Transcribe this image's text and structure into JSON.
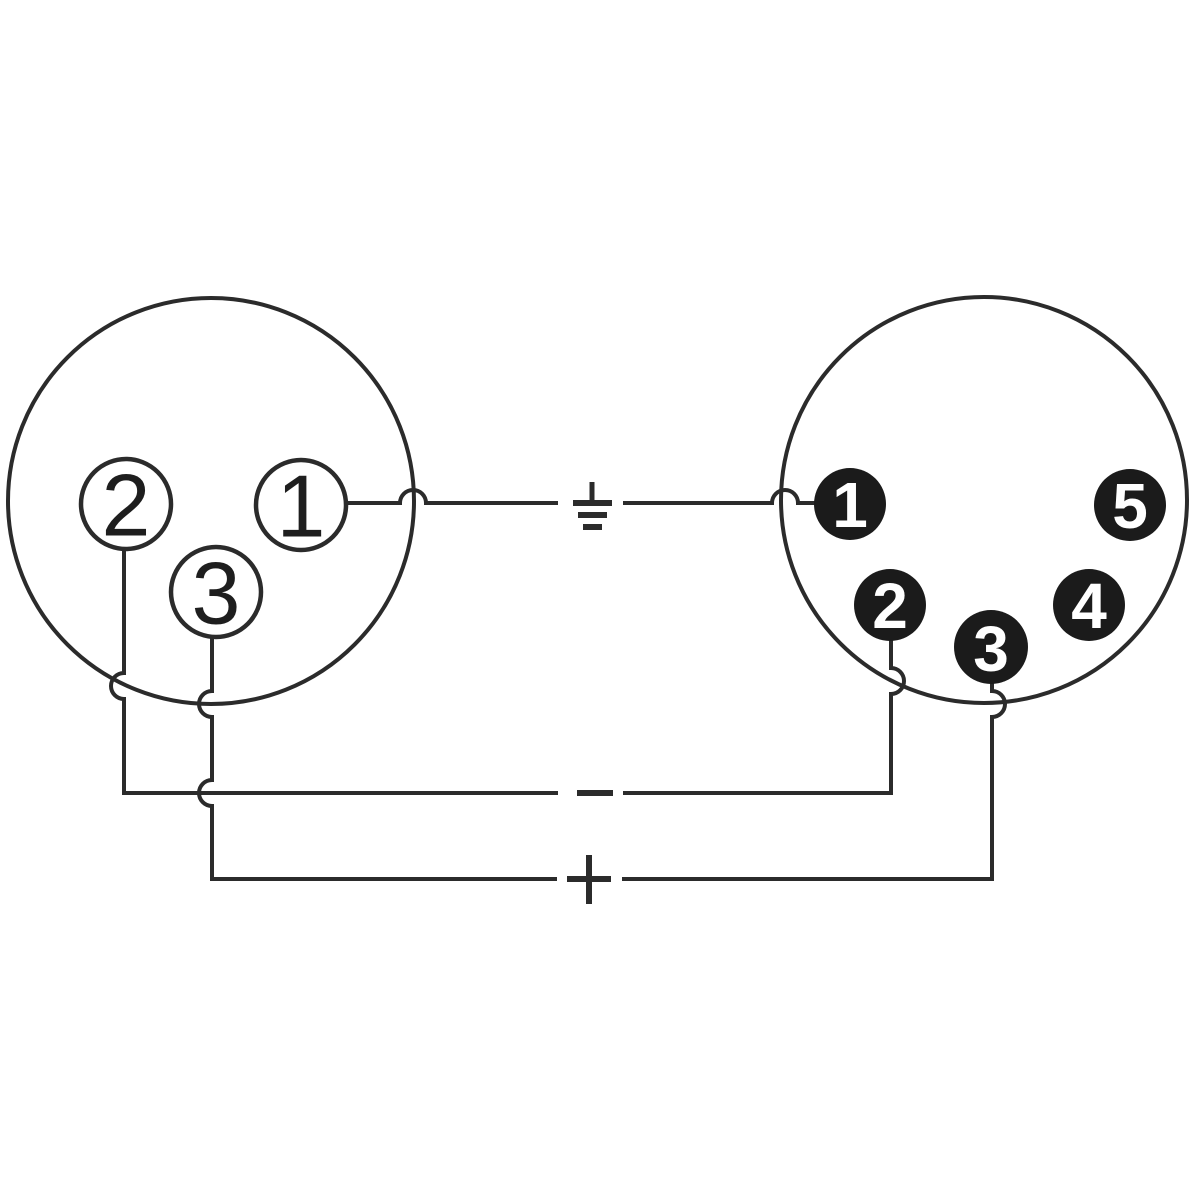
{
  "colors": {
    "background": "#ffffff",
    "line": "#2b2b2b",
    "left_pin_fill": "#ffffff",
    "left_pin_label": "#1e1e1e",
    "right_pin_fill": "#1b1b1b",
    "right_pin_label": "#ffffff"
  },
  "left_connector": {
    "pins": [
      {
        "label": "1"
      },
      {
        "label": "2"
      },
      {
        "label": "3"
      }
    ]
  },
  "right_connector": {
    "pins": [
      {
        "label": "1"
      },
      {
        "label": "2"
      },
      {
        "label": "3"
      },
      {
        "label": "4"
      },
      {
        "label": "5"
      }
    ]
  },
  "symbols": {
    "ground": "⏚",
    "minus": "−",
    "plus": "+"
  },
  "connections": [
    {
      "from_left_pin": "1",
      "to_right_pin": "1",
      "line": "ground"
    },
    {
      "from_left_pin": "2",
      "to_right_pin": "2",
      "line": "minus"
    },
    {
      "from_left_pin": "3",
      "to_right_pin": "3",
      "line": "plus"
    }
  ]
}
